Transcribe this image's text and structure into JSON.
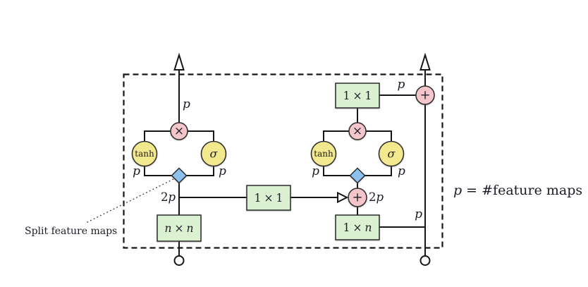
{
  "figure": {
    "annotation_split": "Split feature maps",
    "legend": {
      "var": "p",
      "rest": "= #feature maps"
    },
    "ops": {
      "tanh": "tanh",
      "sigma": "σ",
      "multiply": "×",
      "add": "+"
    },
    "convs": {
      "one_by_one": {
        "l": "1",
        "op": "×",
        "r": "1"
      },
      "n_by_n": {
        "l": "n",
        "op": "×",
        "r": "n"
      },
      "one_by_n": {
        "l": "1",
        "op": "×",
        "r": "n"
      }
    },
    "wire_labels": {
      "p": "p",
      "two": "2",
      "p_var": "p"
    },
    "colors": {
      "conv_box": "#dcf0d2",
      "gate_circle": "#f2e88e",
      "op_circle": "#f4c6c9",
      "split_diamond": "#8cc1ee",
      "wire": "#161616",
      "label": "#1c1c28"
    }
  }
}
